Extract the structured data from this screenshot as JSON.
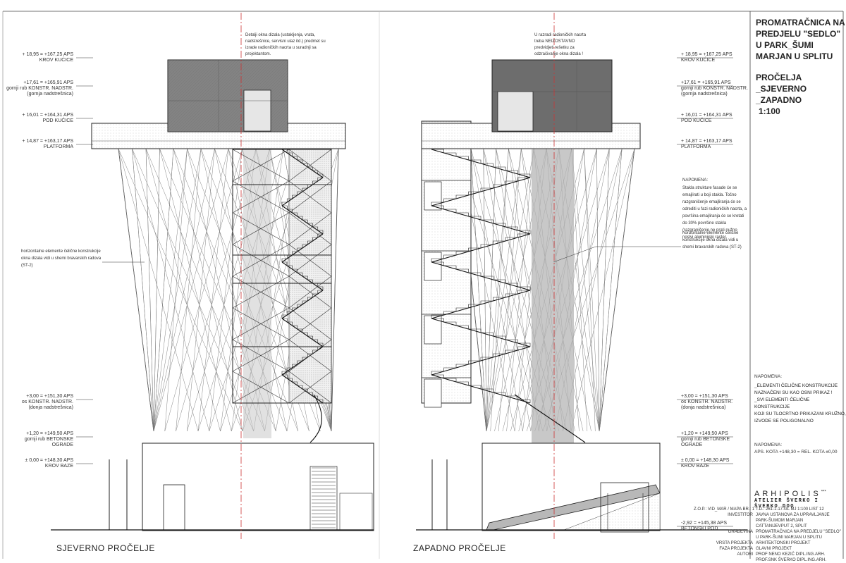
{
  "title_block": {
    "lines": [
      "PROMATRAČNICA NA",
      "PREDJELU \"SEDLO\"",
      "U PARK_ŠUMI",
      "MARJAN U SPLITU"
    ],
    "subtitle_lines": [
      "PROČELJA",
      "_SJEVERNO",
      "_ZAPADNO",
      "1:100"
    ]
  },
  "views": {
    "north_label": "SJEVERNO PROČELJE",
    "west_label": "ZAPADNO PROČELJE"
  },
  "left_levels": [
    {
      "l1": "+ 18,95 = +167,25 APS",
      "l2": "KROV KUĆICE"
    },
    {
      "l1": "+17,61 = +165,91 APS",
      "l2": "gornji rub KONSTR. NADSTR.",
      "l3": "(gornja nadstrešnica)"
    },
    {
      "l1": "+ 16,01 = +164,31 APS",
      "l2": "POD KUĆICE"
    },
    {
      "l1": "+ 14,87 = +163,17 APS",
      "l2": "PLATFORMA"
    },
    {
      "l1": "+3,00 = +151,30 APS",
      "l2": "os KONSTR. NADSTR.",
      "l3": "(donja nadstrešnica)"
    },
    {
      "l1": "+1,20 = +149,50 APS",
      "l2": "gornji rub BETONSKE",
      "l3": "OGRADE"
    },
    {
      "l1": "± 0,00 = +148,30 APS",
      "l2": "KROV BAZE"
    }
  ],
  "right_levels": [
    {
      "l1": "+ 18,95 = +167,25 APS",
      "l2": "KROV KUĆICE"
    },
    {
      "l1": "+17,61 = +165,91 APS",
      "l2": "gornji rub KONSTR. NADSTR.",
      "l3": "(gornja nadstrešnica)"
    },
    {
      "l1": "+ 16,01 = +164,31 APS",
      "l2": "POD KUĆICE"
    },
    {
      "l1": "+ 14,87 = +163,17 APS",
      "l2": "PLATFORMA"
    },
    {
      "l1": "+3,00 = +151,30 APS",
      "l2": "os KONSTR. NADSTR.",
      "l3": "(donja nadstrešnica)"
    },
    {
      "l1": "+1,20 = +149,50 APS",
      "l2": "gornji rub BETONSKE",
      "l3": "OGRADE"
    },
    {
      "l1": "± 0,00 = +148,30 APS",
      "l2": "KROV BAZE"
    },
    {
      "l1": "-2,92 = +145,38 APS",
      "l2": "BETONSKI POD"
    }
  ],
  "notes": {
    "shaft_detail": "Detalji okna dizala (ustakljenja, vrata, nadstrešnice, servisni ulaz itd.) predmet su izrade radioničkih nacrta u suradnji sa projektantom.",
    "grid_note": "U razradi radioničkih nacrta treba NEIZOSTAVNO predvidjeti rešetku za odzračivanje okna dizala !",
    "left_horizontal": "horizontalne elemente čelične konstrukcije okna dizala vidi u shemi bravarskih radova (ST-2)",
    "right_horizontal": "horizontalne elemente čelične konstrukcije okna dizala vidi u shemi bravarskih radova (ST-2)",
    "napomena_title": "NAPOMENA:",
    "napomena_text": "Stakla strukture fasade će se emajlirati u boji stakla. Točno razgraničenje emajliranja će se odrediti u fazi radioničkih nacrta, a površina emajliranja će se kretati do 30% površine stakla (razgraničenje ne prati nužno noslvi aluminijski raster.",
    "napomena2_title": "NAPOMENA:",
    "napomena2_lines": [
      "_ELEMENTI ČELIČNE KONSTRUKCIJE",
      "NAZNAČENI SU KAO OSNI PRIKAZ !",
      "_SVI ELEMENTI ČELIČNE KONSTRUKCIJE",
      "KOJI SU TLOCRTNO PRIKAZANI KRUŽNO,",
      "IZVODE SE POLIGONALNO"
    ],
    "napomena3_title": "NAPOMENA:",
    "napomena3_text": "APS. KOTA +148,30 = REL. KOTA ±0,00"
  },
  "logo": {
    "name": "ARHIPOLIS",
    "stars": "***",
    "sub": "ATELIER ŠVERKO I ŠVERKO DOO"
  },
  "title_table": [
    {
      "label": "Z.O.P.: VID_MAR / MAPA BR.: 1",
      "value": "T.D.: 261-1-17-GL   MJ 1:100   LIST 12"
    },
    {
      "label": "INVESTITOR",
      "value": "JAVNA USTANOVA ZA UPRAVLJANJE"
    },
    {
      "label": "",
      "value": "PARK-ŠUMOM MARJAN"
    },
    {
      "label": "",
      "value": "CATTANIJEVPUT 2, SPLIT"
    },
    {
      "label": "GRAĐEVINA",
      "value": "PROMATRAČNICA NA PREDJELU \"SEDLO\""
    },
    {
      "label": "",
      "value": "U PARK-ŠUMI MARJAN U SPLITU"
    },
    {
      "label": "VRSTA PROJEKTA",
      "value": "ARHITEKTONSKI PROJEKT"
    },
    {
      "label": "FAZA PROJEKTA",
      "value": "GLAVNI PROJEKT"
    },
    {
      "label": "AUTORI",
      "value": "PROF NENO KEZIĆ DIPL.ING.ARH."
    },
    {
      "label": "",
      "value": "PROF.SNK ŠVERKO DIPL.ING.ARH."
    }
  ]
}
